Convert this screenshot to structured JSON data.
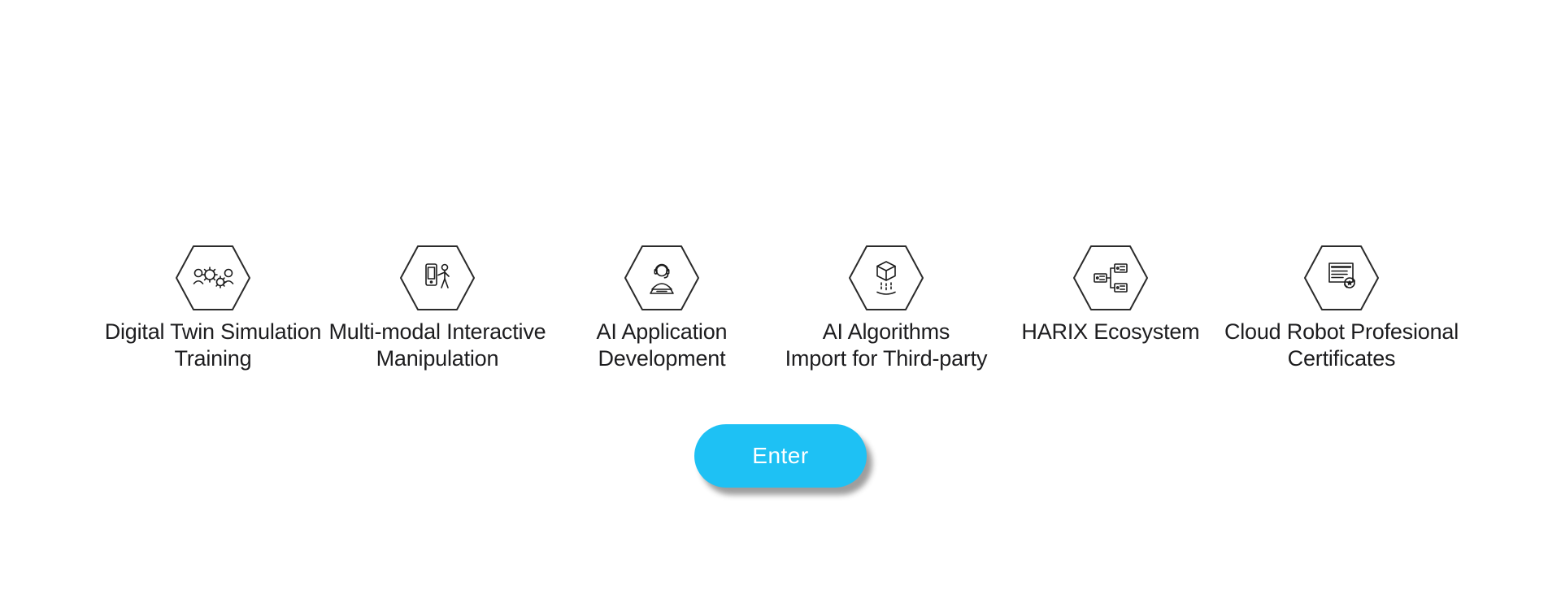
{
  "colors": {
    "background": "#ffffff",
    "accent": "#1ec1f4",
    "icon_stroke": "#1c1c1c",
    "text": "#1d1d1f"
  },
  "features": [
    {
      "icon": "digital-twin-icon",
      "lines": [
        "Digital Twin Simulation",
        "Training"
      ]
    },
    {
      "icon": "multimodal-manipulation-icon",
      "lines": [
        "Multi-modal Interactive",
        "Manipulation"
      ]
    },
    {
      "icon": "ai-app-development-icon",
      "lines": [
        "AI Application",
        "Development"
      ]
    },
    {
      "icon": "algorithm-import-icon",
      "lines": [
        "AI Algorithms",
        "Import for Third-party"
      ]
    },
    {
      "icon": "harix-ecosystem-icon",
      "lines": [
        "HARIX Ecosystem"
      ]
    },
    {
      "icon": "certificate-icon",
      "lines": [
        "Cloud Robot Profesional",
        "Certificates"
      ]
    }
  ],
  "enter_button": {
    "label": "Enter"
  }
}
